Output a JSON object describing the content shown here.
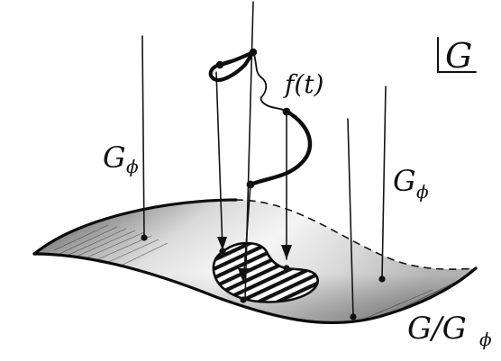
{
  "labels": {
    "group": "G",
    "fiber_left": "G",
    "fiber_left_sub": "ϕ",
    "fiber_right": "G",
    "fiber_right_sub": "ϕ",
    "base": "G/G",
    "base_sub": "ϕ",
    "trajectory": "f(t)"
  }
}
